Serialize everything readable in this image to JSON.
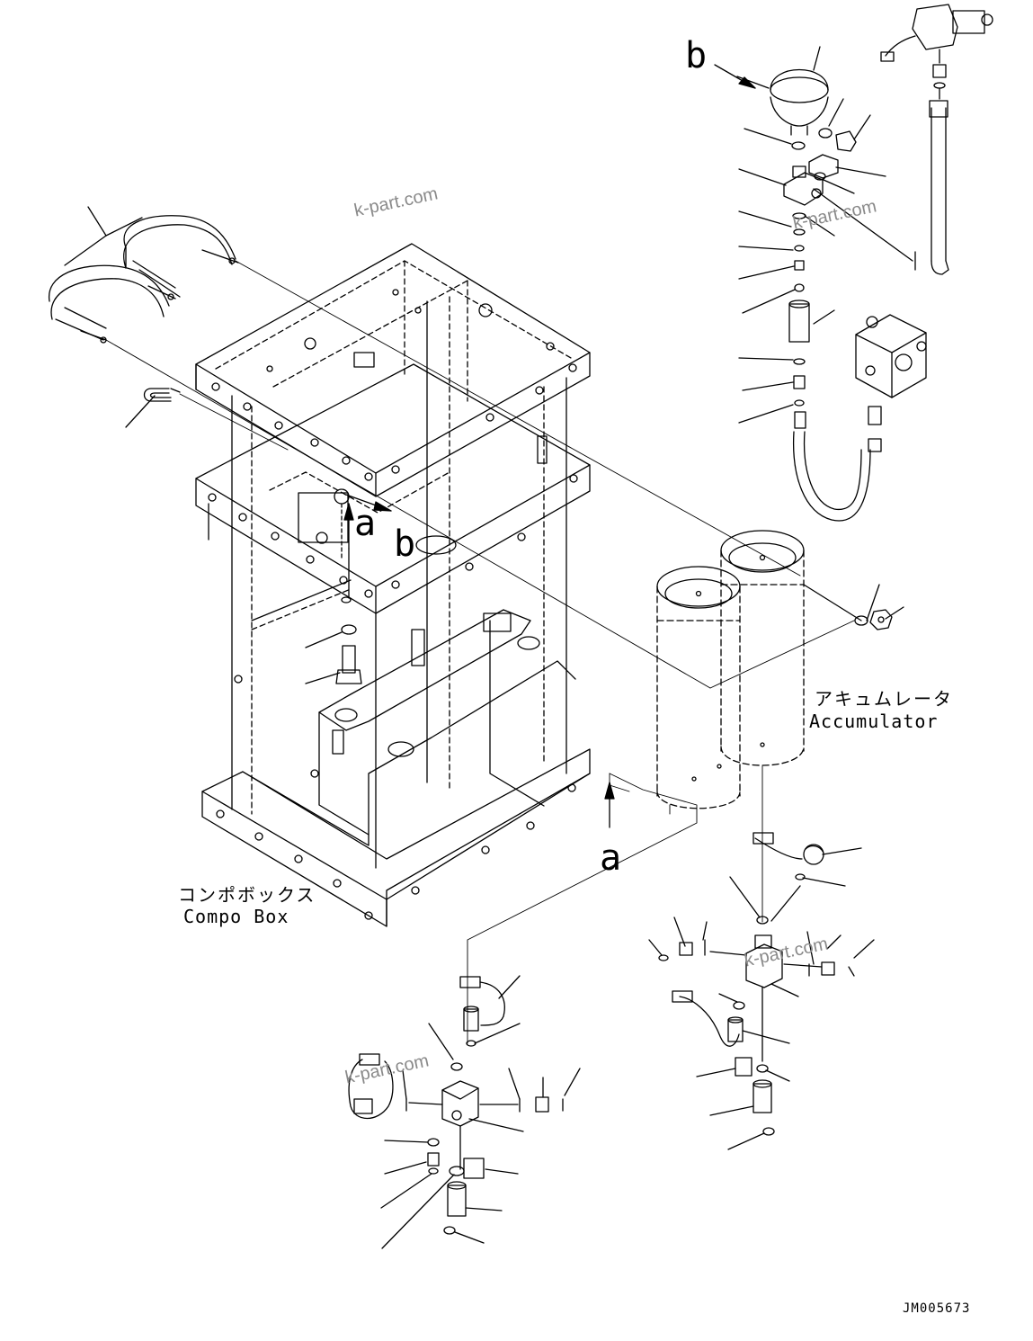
{
  "labels": {
    "view_b_top": "b",
    "view_a_frame": "a",
    "view_b_frame": "b",
    "view_a_bottom": "a",
    "accumulator_jp": "アキュムレータ",
    "accumulator_en": "Accumulator",
    "compo_box_jp": "コンポボックス",
    "compo_box_en": "Compo Box",
    "drawing_code": "JM005673"
  },
  "watermarks": [
    "k-part.com",
    "k-part.com",
    "k-part.com",
    "k-part.com"
  ],
  "colors": {
    "ink": "#000000",
    "paper": "#ffffff",
    "watermark": "#8a8a8a"
  }
}
